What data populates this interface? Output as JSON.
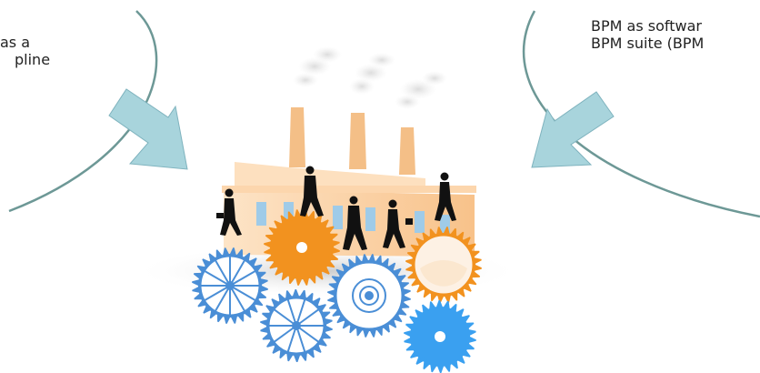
{
  "left_label": {
    "line1": "as a",
    "line2": "pline"
  },
  "right_label": {
    "line1": "BPM as softwar",
    "line2": "BPM suite (BPM"
  },
  "colors": {
    "curve": "#6d9896",
    "arrow": "#a8d4dc",
    "arrow_stroke": "#7fb3be",
    "factory": "#fbd3a8",
    "chimney": "#f4bf87",
    "window": "#9fcbe8",
    "figures": "#111111",
    "gear_blue": "#4a8ed6",
    "gear_orange": "#f2921f",
    "gear_sky": "#3aa0f0"
  },
  "icons": [
    "factory-icon",
    "worker-icon",
    "gear-icon",
    "arrow-icon",
    "smoke-icon"
  ]
}
